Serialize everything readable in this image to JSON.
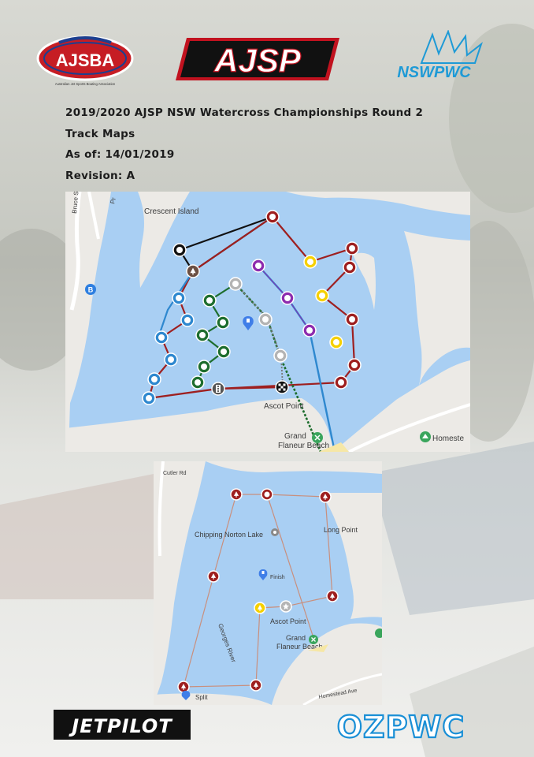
{
  "logos": {
    "ajsba": {
      "text": "AJSBA",
      "subtext": "Australian Jet Sports Boating Association"
    },
    "ajsp": {
      "text": "AJSP"
    },
    "nswpwc": {
      "text": "NSWPWC"
    },
    "jetpilot": {
      "text": "JETPILOT"
    },
    "ozpwc": {
      "text": "OZPWC"
    }
  },
  "header": {
    "title": "2019/2020 AJSP NSW Watercross Championships Round 2",
    "subtitle": "Track Maps",
    "as_of": "As of: 14/01/2019",
    "revision": "Revision: A"
  },
  "map1": {
    "labels": {
      "crescent_island": "Crescent Island",
      "ascot_point": "Ascot Point",
      "grand_flaneur_line1": "Grand",
      "grand_flaneur_line2": "Flaneur Beach",
      "homestead": "Homeste",
      "bruce_st": "Bruce St",
      "road_pr": "Pr"
    }
  },
  "map2": {
    "labels": {
      "cutler_rd": "Cutler Rd",
      "chipping_norton_lake": "Chipping Norton Lake",
      "long_point": "Long Point",
      "finish": "Finish",
      "ascot_point": "Ascot Point",
      "grand_flaneur_line1": "Grand",
      "grand_flaneur_line2": "Flaneur Beach",
      "georges_river": "Georges River",
      "split": "Split",
      "homestead_ave": "Homestead Ave"
    }
  },
  "colors": {
    "water": "#a9cff3",
    "land": "#eceae6",
    "red": "#9e1f1f",
    "blue": "#2e88cf",
    "green": "#1e6e2e",
    "purple": "#8e2cae",
    "yellow": "#f5d000",
    "grey": "#b4b4b4",
    "black": "#111111",
    "tan": "#c98f7d"
  }
}
